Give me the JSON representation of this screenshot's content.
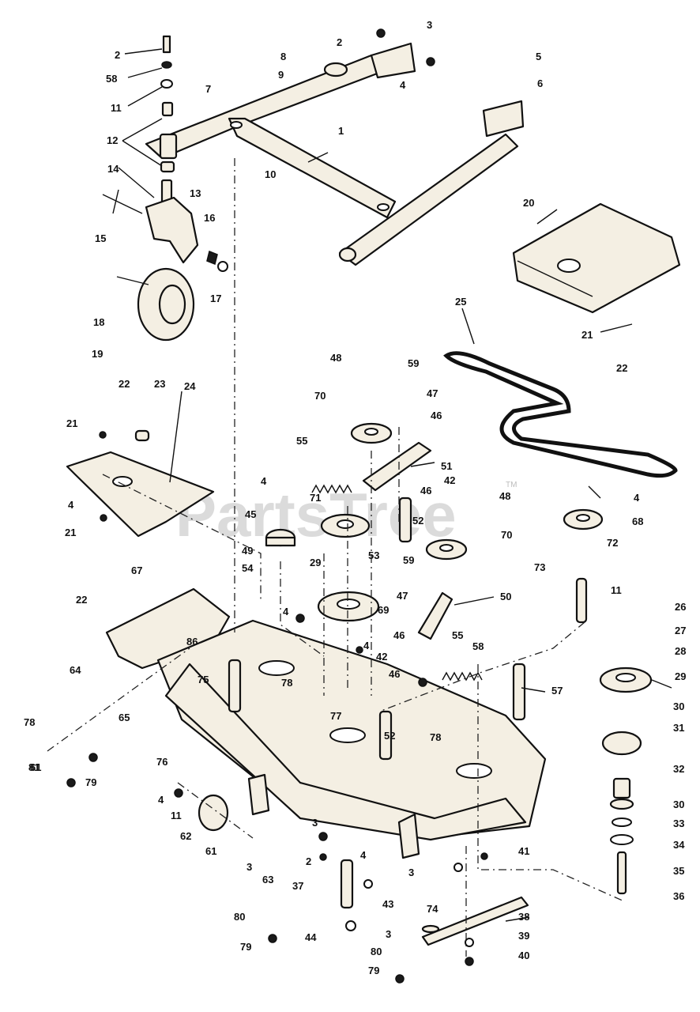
{
  "watermark": {
    "text": "PartsTree",
    "mark": "TM"
  },
  "callouts": [
    "1",
    "2",
    "3",
    "4",
    "5",
    "6",
    "7",
    "8",
    "9",
    "10",
    "11",
    "12",
    "13",
    "14",
    "15",
    "16",
    "17",
    "18",
    "19",
    "20",
    "21",
    "22",
    "23",
    "24",
    "25",
    "26",
    "27",
    "28",
    "29",
    "30",
    "31",
    "32",
    "33",
    "34",
    "35",
    "36",
    "37",
    "38",
    "39",
    "40",
    "41",
    "42",
    "43",
    "44",
    "45",
    "46",
    "47",
    "48",
    "49",
    "50",
    "51",
    "52",
    "53",
    "54",
    "55",
    "57",
    "58",
    "59",
    "61",
    "62",
    "63",
    "64",
    "65",
    "67",
    "68",
    "69",
    "70",
    "71",
    "72",
    "73",
    "74",
    "75",
    "76",
    "77",
    "78",
    "79",
    "80",
    "81",
    "86"
  ]
}
